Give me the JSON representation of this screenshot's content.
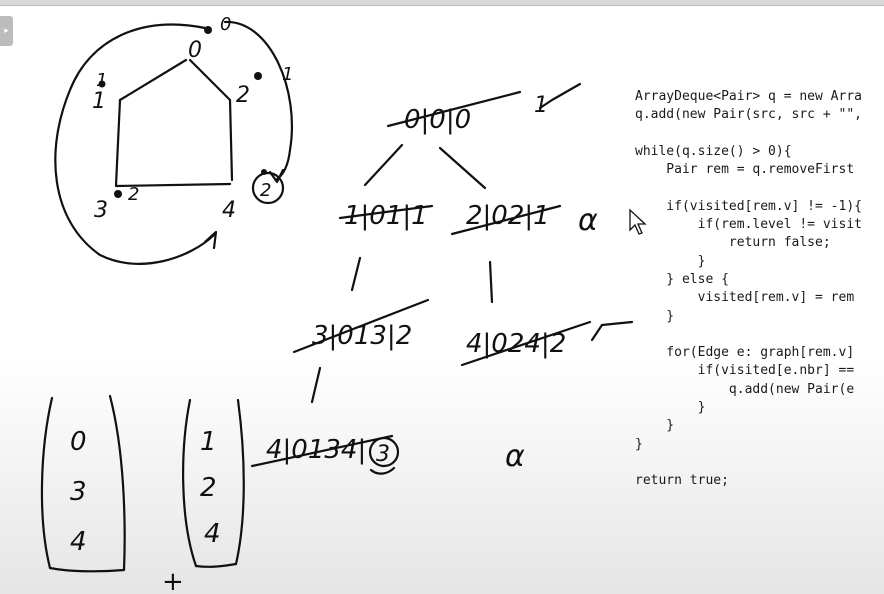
{
  "graph": {
    "nodes": [
      {
        "id": "node-0",
        "label": "0",
        "mark": "0"
      },
      {
        "id": "node-1",
        "label": "1",
        "mark": "1"
      },
      {
        "id": "node-2",
        "label": "2",
        "mark": "1"
      },
      {
        "id": "node-3",
        "label": "3",
        "mark": "2"
      },
      {
        "id": "node-4",
        "label": "4",
        "mark": "2"
      }
    ]
  },
  "tree": {
    "root": {
      "text": "0|0|0",
      "note": "1"
    },
    "left1": {
      "text": "1|01|1"
    },
    "right1": {
      "text": "2|02|1",
      "note": "α"
    },
    "left2": {
      "text": "3|013|2"
    },
    "right2": {
      "text": "4|024|2"
    },
    "left3": {
      "text": "4|0134|",
      "circled": "3"
    },
    "right3": {
      "note": "α"
    }
  },
  "stacks": {
    "left": [
      "0",
      "3",
      "4"
    ],
    "right": [
      "1",
      "2",
      "4"
    ],
    "plus": "+"
  },
  "code": {
    "lines": [
      "ArrayDeque<Pair> q = new Arra",
      "q.add(new Pair(src, src + \"\",",
      "",
      "while(q.size() > 0){",
      "    Pair rem = q.removeFirst",
      "",
      "    if(visited[rem.v] != -1){",
      "        if(rem.level != visit",
      "            return false;",
      "        }",
      "    } else {",
      "        visited[rem.v] = rem",
      "    }",
      "",
      "    for(Edge e: graph[rem.v]",
      "        if(visited[e.nbr] ==",
      "            q.add(new Pair(e",
      "        }",
      "    }",
      "}",
      "",
      "return true;"
    ]
  },
  "colors": {
    "ink": "#111111",
    "keyword": "#7f0055",
    "string": "#2a00ff"
  }
}
